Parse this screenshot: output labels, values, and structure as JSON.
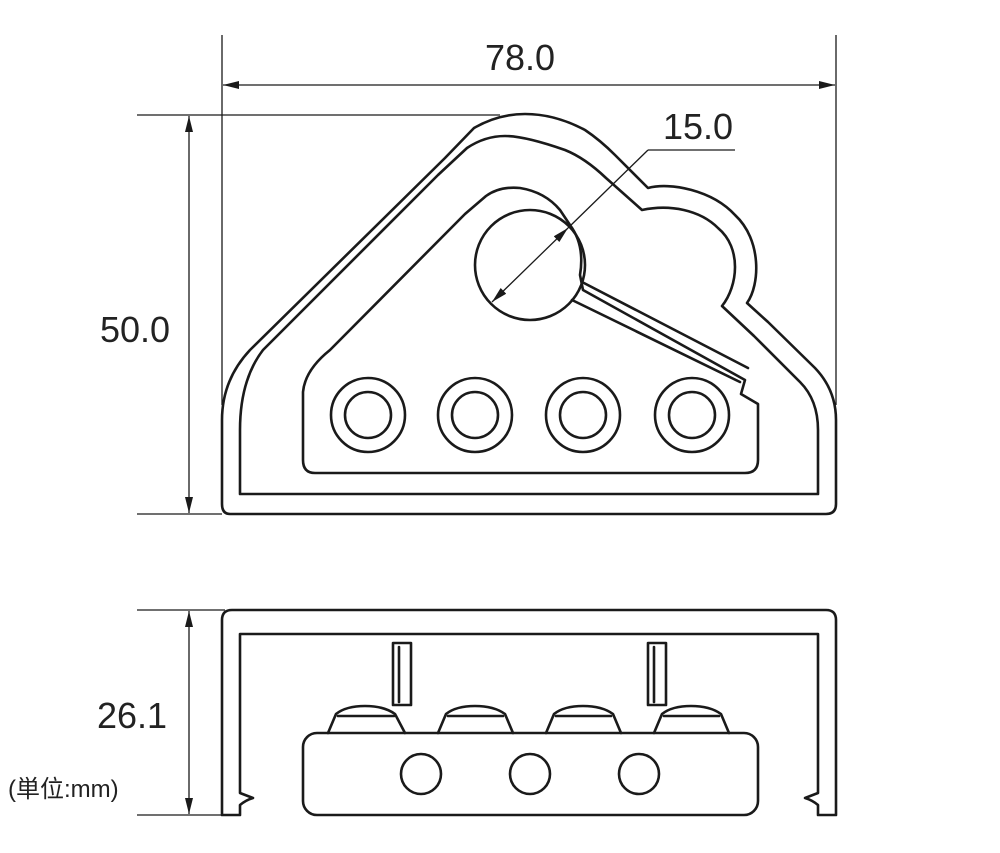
{
  "dimensions": {
    "width": "78.0",
    "height": "50.0",
    "hole_diameter": "15.0",
    "depth": "26.1"
  },
  "unit_note": "(単位:mm)",
  "colors": {
    "line": "#1a1a1a",
    "text": "#222222",
    "background": "#ffffff"
  }
}
